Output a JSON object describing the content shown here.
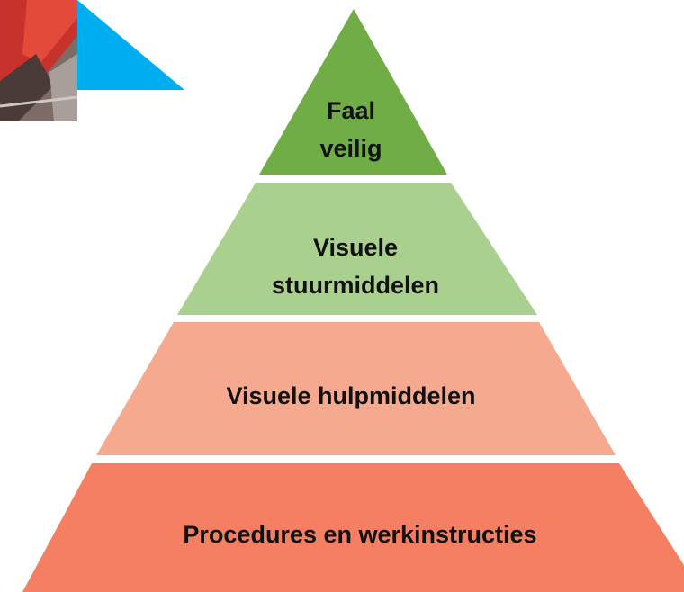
{
  "pyramid": {
    "layers": [
      {
        "label": "Faal\nveilig",
        "color": "#71AD47"
      },
      {
        "label": "Visuele\nstuurmiddelen",
        "color": "#A9D08E"
      },
      {
        "label": "Visuele hulpmiddelen",
        "color": "#F5AA8F"
      },
      {
        "label": "Procedures en werkinstructies",
        "color": "#F47F63"
      }
    ]
  },
  "decor": {
    "photo_color": "#C8322C",
    "triangle_color": "#00AEEF"
  }
}
